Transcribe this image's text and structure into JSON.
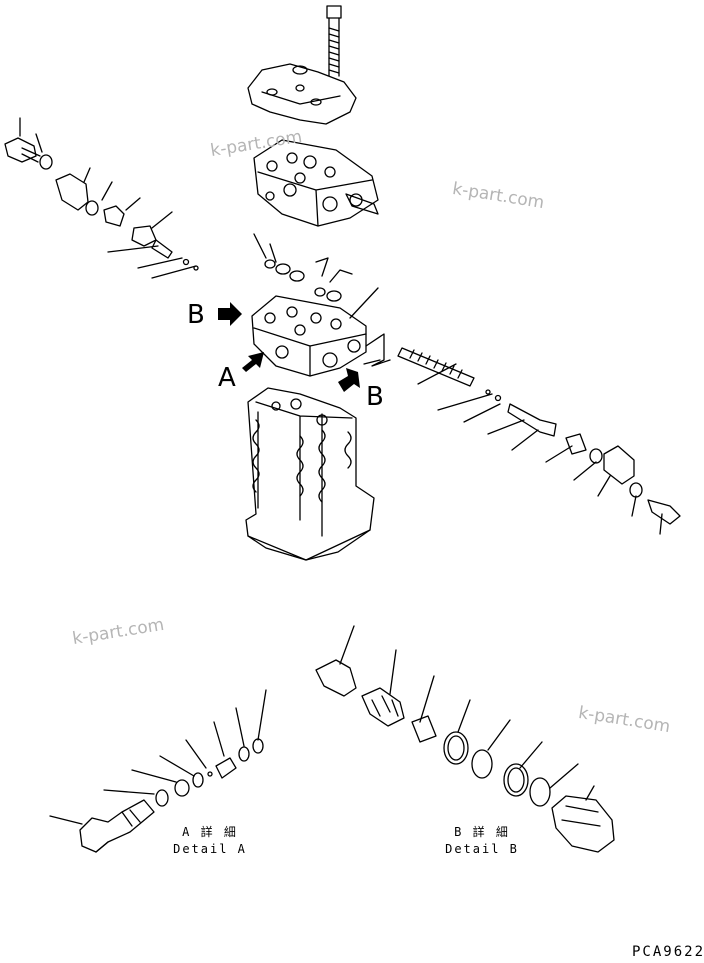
{
  "diagram": {
    "view_labels": {
      "a": "A",
      "b_upper": "B",
      "b_lower": "B"
    },
    "detail_a": {
      "title_jp": "A 詳 細",
      "title_en": "Detail A"
    },
    "detail_b": {
      "title_jp": "B 詳 細",
      "title_en": "Detail B"
    },
    "watermark": "k-part.com",
    "drawing_number": "PCA9622"
  }
}
